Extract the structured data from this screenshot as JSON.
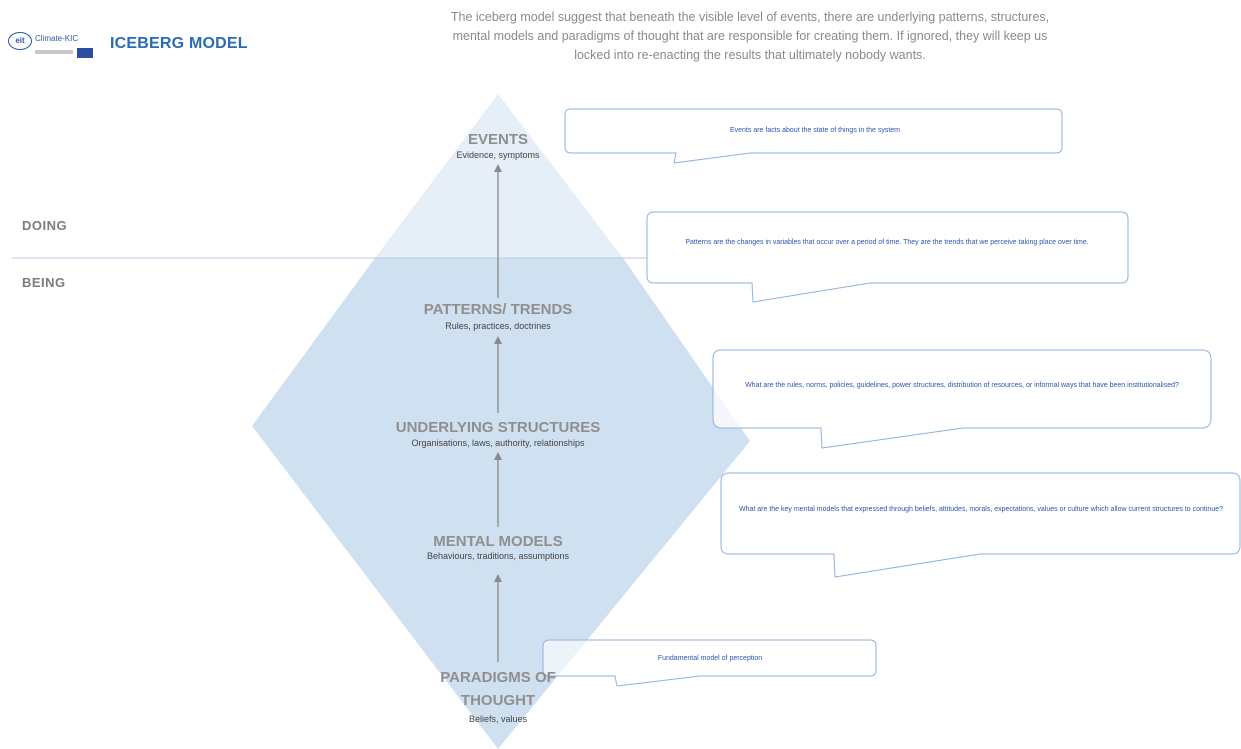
{
  "header": {
    "logo_text": "Climate-KIC",
    "logo_badge": "eit",
    "title": "ICEBERG MODEL",
    "intro": "The iceberg model suggest that beneath the visible level of events, there are underlying patterns, structures, mental models and paradigms of thought that are responsible for creating them. If ignored, they will keep us locked into re-enacting the results that ultimately nobody wants."
  },
  "sides": {
    "doing": "DOING",
    "being": "BEING"
  },
  "levels": [
    {
      "title": "EVENTS",
      "subtitle": "Evidence, symptoms"
    },
    {
      "title": "PATTERNS/ TRENDS",
      "subtitle": "Rules, practices, doctrines"
    },
    {
      "title": "UNDERLYING STRUCTURES",
      "subtitle": "Organisations, laws, authority, relationships"
    },
    {
      "title": "MENTAL MODELS",
      "subtitle": "Behaviours, traditions, assumptions"
    },
    {
      "title_line1": "PARADIGMS OF",
      "title_line2": "THOUGHT",
      "subtitle": "Beliefs, values"
    }
  ],
  "notes": [
    "Events are facts about the state of things in the system",
    "Patterns are the changes in variables that occur over a period of time. They are the trends that we perceive taking place over time.",
    "What are the rules, norms, policies, guidelines, power structures, distribution of resources, or informal ways that have been institutionalised?",
    "What are the key mental models that expressed through beliefs, attitudes, morals, expectations, values or culture which allow current structures to continue?",
    "Fundamental model of perception"
  ],
  "colors": {
    "iceberg_above": "#e6eef7",
    "iceberg_below": "#cfe0f0",
    "waterline": "#bccbe0",
    "bubble_stroke": "#8fb2de",
    "accent": "#2a6bb8"
  }
}
